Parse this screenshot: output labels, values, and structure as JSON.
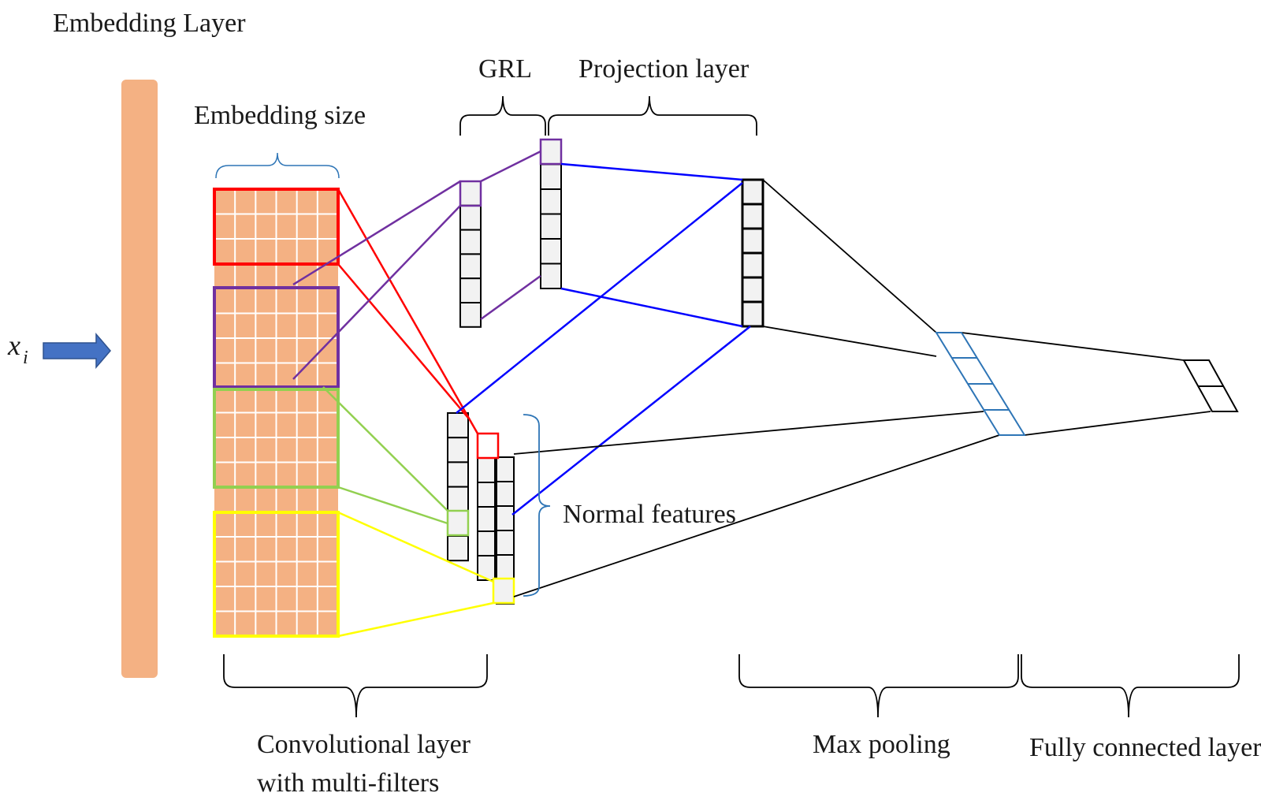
{
  "labels": {
    "embedding_layer": "Embedding Layer",
    "embedding_size": "Embedding size",
    "input_symbol": "x",
    "input_subscript": "i",
    "grl": "GRL",
    "projection_layer": "Projection layer",
    "normal_features": "Normal features",
    "conv_layer_line1": "Convolutional layer",
    "conv_layer_line2": "with multi-filters",
    "max_pooling": "Max pooling",
    "fully_connected": "Fully connected layer"
  },
  "colors": {
    "embedding_fill": "#f4b183",
    "grid_line": "#ffffff",
    "filter_red": "#ff0000",
    "filter_purple": "#7030a0",
    "filter_green": "#92d050",
    "filter_yellow": "#ffff00",
    "projection_blue": "#0000ff",
    "arrow_blue": "#4472c4",
    "cell_fill": "#f2f2f2",
    "brace_blue": "#2e75b6",
    "line_black": "#000000"
  }
}
